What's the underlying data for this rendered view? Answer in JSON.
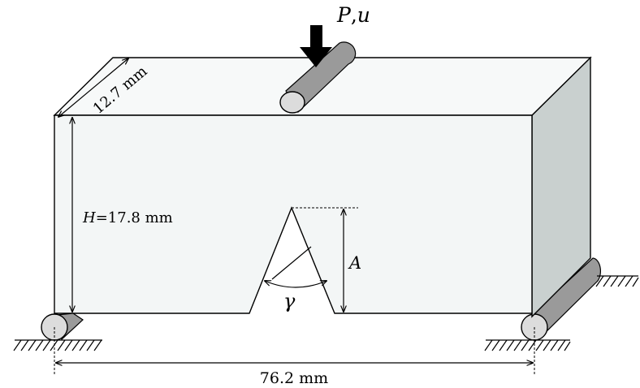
{
  "labels": {
    "load_P": "P",
    "load_sep": ",",
    "load_u": "u",
    "depth": "12.7 mm",
    "height_symbol": "H",
    "height_value": "=17.8 mm",
    "notch_depth": "A",
    "notch_angle": "γ",
    "span": "76.2 mm"
  },
  "colors": {
    "front_face": "#f3f6f6",
    "top_face": "#f7f9f9",
    "side_face": "#c9d0cf",
    "roller_body": "#9a9a9a",
    "roller_end": "#dcdcdc",
    "arrow": "#000000"
  }
}
